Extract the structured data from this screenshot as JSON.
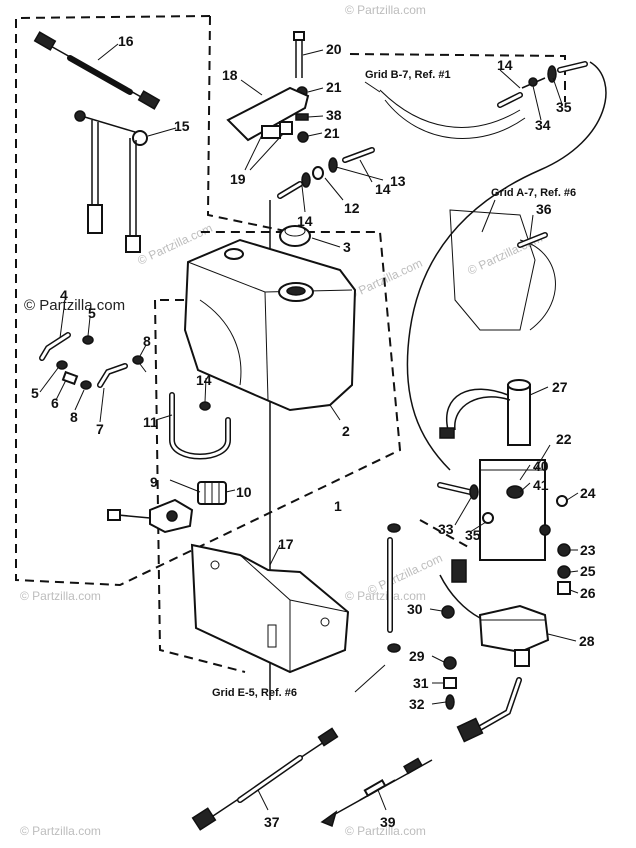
{
  "watermark": {
    "text": "© Partzilla.com",
    "main_text": "© Partzilla.com"
  },
  "references": {
    "grid_b7": "Grid B-7, Ref. #1",
    "grid_a7": "Grid A-7, Ref. #6",
    "grid_e5": "Grid E-5, Ref. #6"
  },
  "callouts": {
    "c1": "1",
    "c2": "2",
    "c3": "3",
    "c4": "4",
    "c5a": "5",
    "c5b": "5",
    "c6": "6",
    "c7": "7",
    "c8a": "8",
    "c8b": "8",
    "c9": "9",
    "c10": "10",
    "c11": "11",
    "c12": "12",
    "c13": "13",
    "c14a": "14",
    "c14b": "14",
    "c14c": "14",
    "c14d": "14",
    "c15": "15",
    "c16": "16",
    "c17": "17",
    "c18": "18",
    "c19": "19",
    "c20": "20",
    "c21a": "21",
    "c21b": "21",
    "c22": "22",
    "c23": "23",
    "c24": "24",
    "c25": "25",
    "c26": "26",
    "c27": "27",
    "c28": "28",
    "c29": "29",
    "c30": "30",
    "c31": "31",
    "c32": "32",
    "c33": "33",
    "c34": "34",
    "c35a": "35",
    "c35b": "35",
    "c36": "36",
    "c37": "37",
    "c38": "38",
    "c39": "39",
    "c40": "40",
    "c41": "41"
  }
}
